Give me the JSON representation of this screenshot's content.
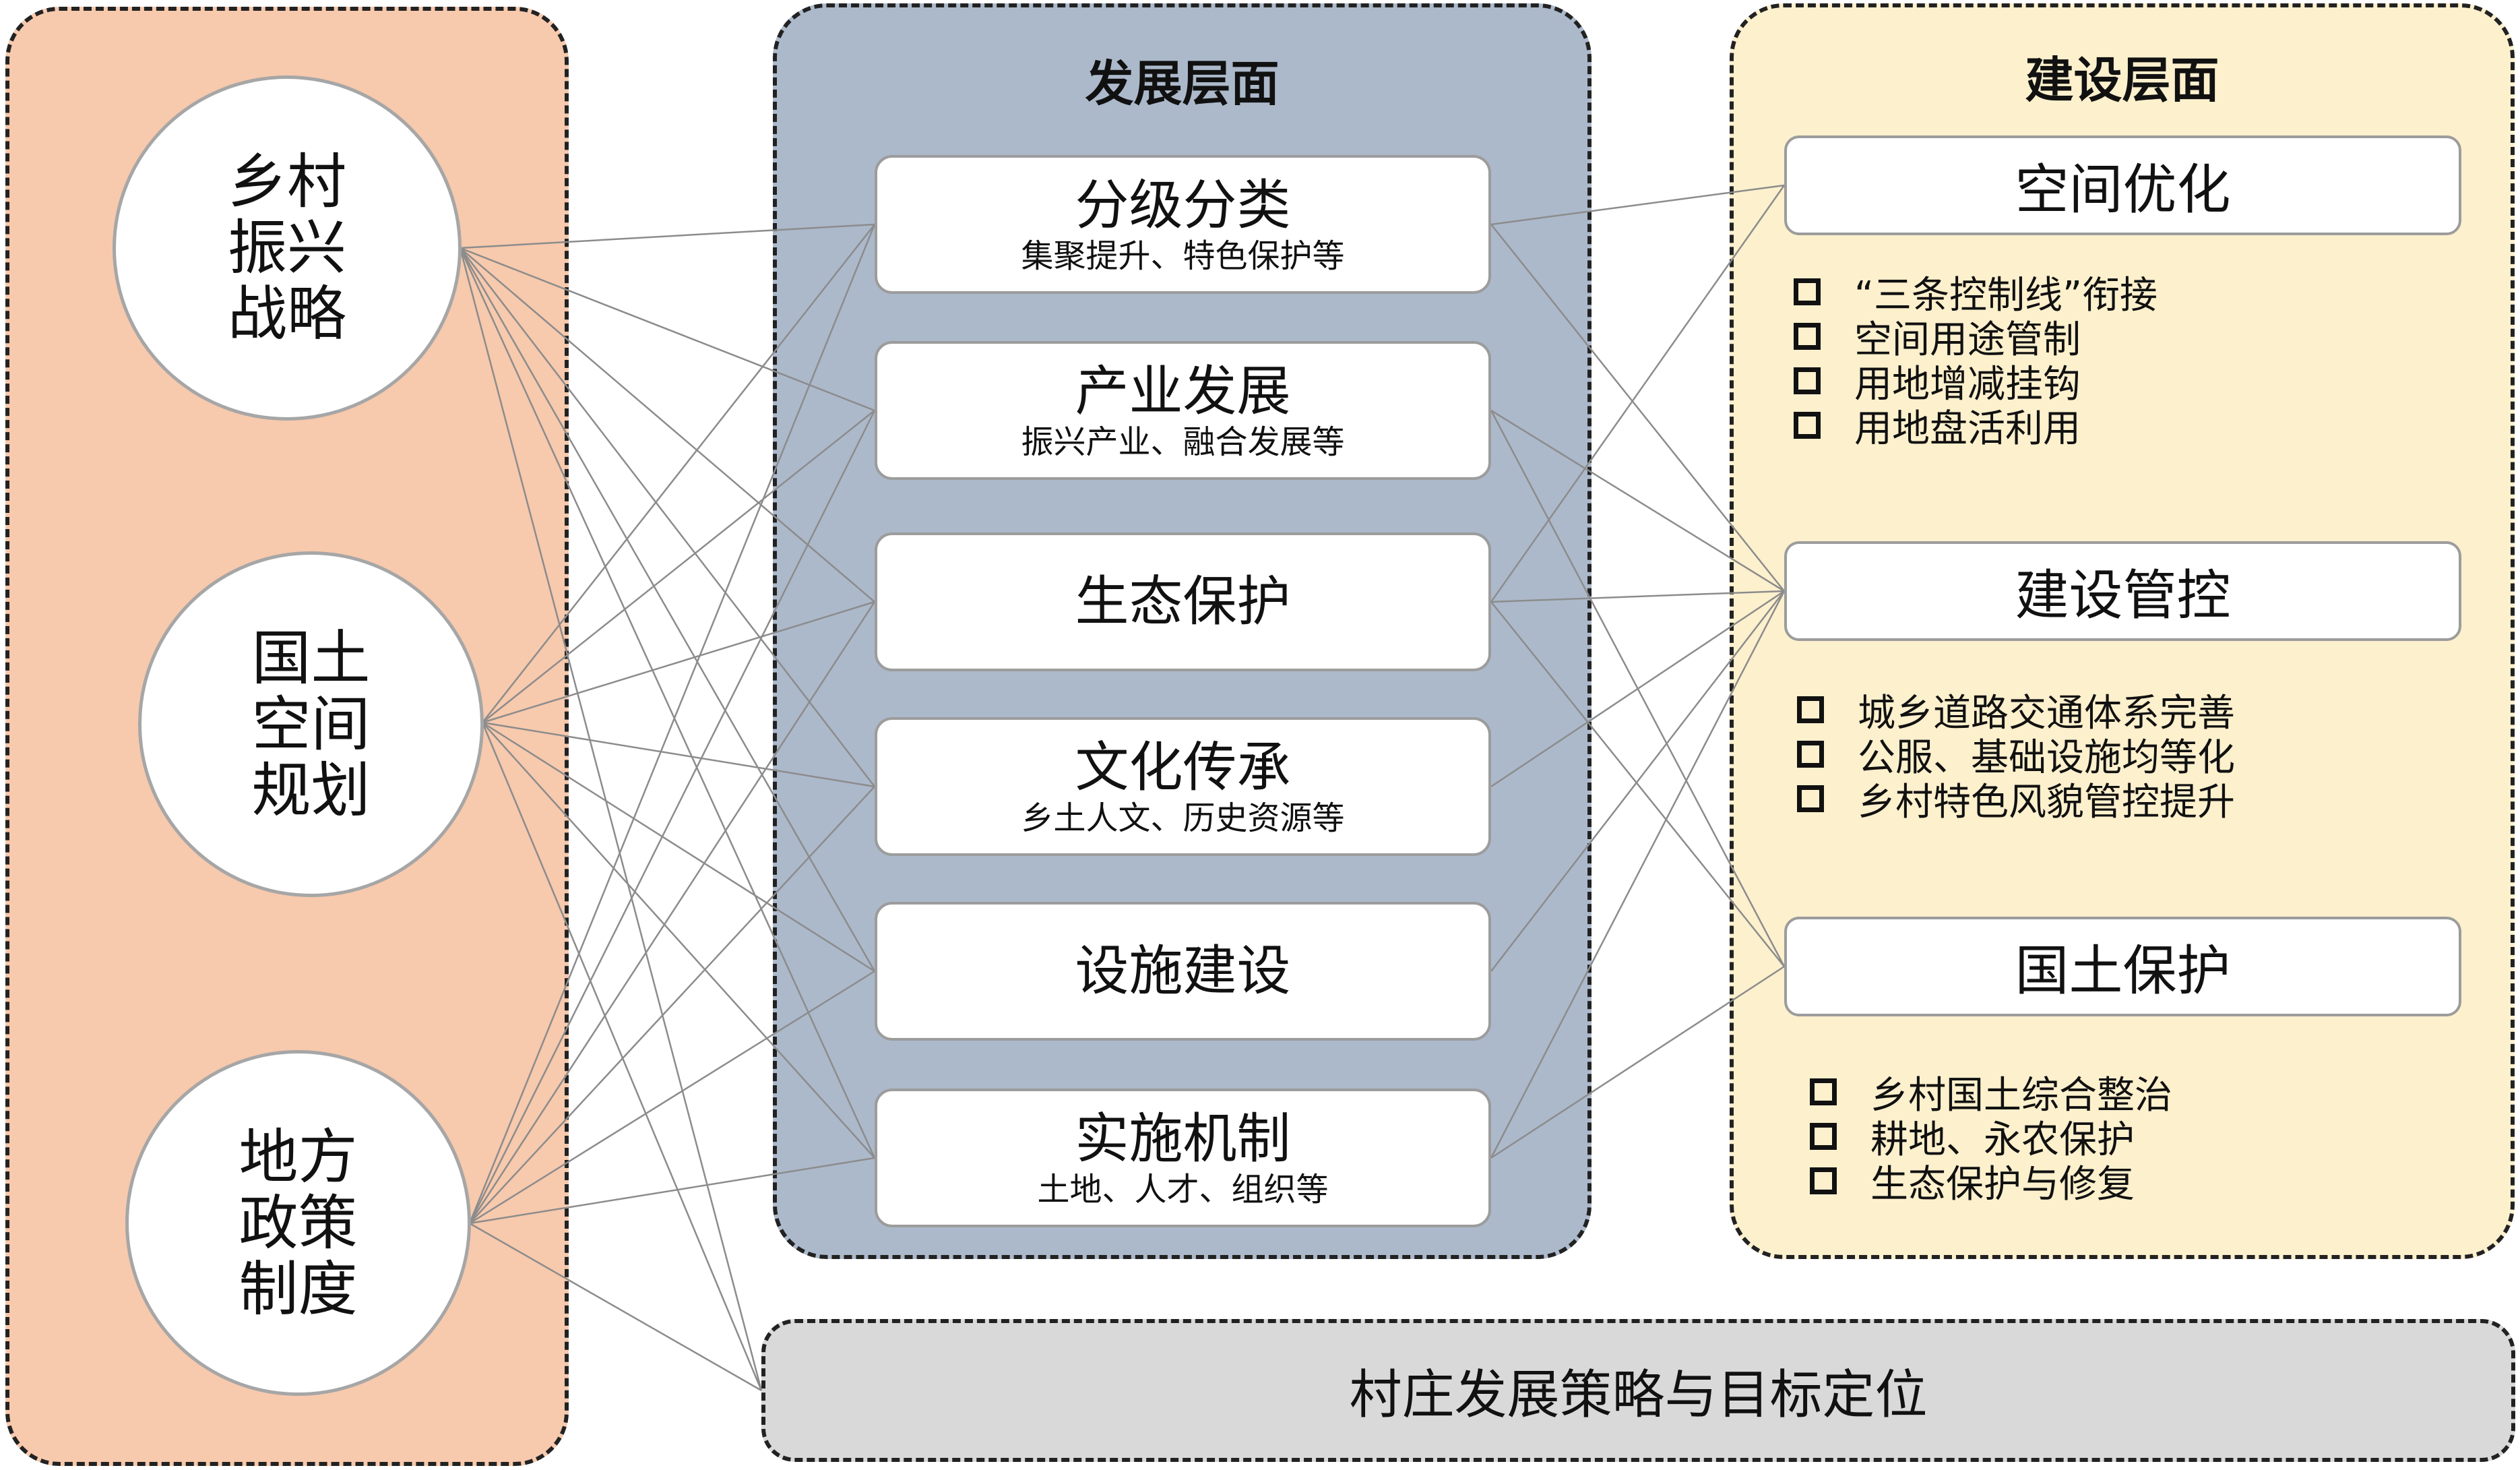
{
  "left": {
    "circles": [
      {
        "label": "乡村\n振兴\n战略"
      },
      {
        "label": "国土\n空间\n规划"
      },
      {
        "label": "地方\n政策\n制度"
      }
    ]
  },
  "middle": {
    "title": "发展层面",
    "boxes": [
      {
        "title": "分级分类",
        "subtitle": "集聚提升、特色保护等"
      },
      {
        "title": "产业发展",
        "subtitle": "振兴产业、融合发展等"
      },
      {
        "title": "生态保护",
        "subtitle": ""
      },
      {
        "title": "文化传承",
        "subtitle": "乡土人文、历史资源等"
      },
      {
        "title": "设施建设",
        "subtitle": ""
      },
      {
        "title": "实施机制",
        "subtitle": "土地、人才、组织等"
      }
    ]
  },
  "right": {
    "title": "建设层面",
    "sections": [
      {
        "title": "空间优化",
        "items": [
          "“三条控制线”衔接",
          "空间用途管制",
          "用地增减挂钩",
          "用地盘活利用"
        ]
      },
      {
        "title": "建设管控",
        "items": [
          "城乡道路交通体系完善",
          "公服、基础设施均等化",
          "乡村特色风貌管控提升"
        ]
      },
      {
        "title": "国土保护",
        "items": [
          "乡村国土综合整治",
          "耕地、永农保护",
          "生态保护与修复"
        ]
      }
    ]
  },
  "bottom": {
    "label": "村庄发展策略与目标定位"
  },
  "colors": {
    "left_panel": "#f7c9ad",
    "middle_panel": "#acb9cb",
    "right_panel": "#fdf0cd",
    "bottom_bar": "#d9d9d9",
    "connector": "#8c8c8c"
  }
}
